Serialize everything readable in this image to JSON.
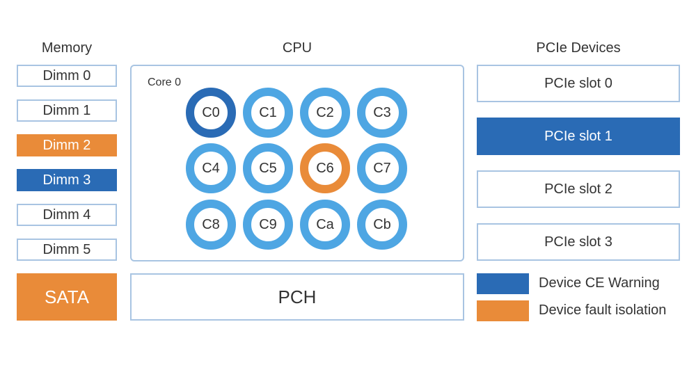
{
  "headings": {
    "memory": "Memory",
    "cpu": "CPU",
    "pcie": "PCIe Devices"
  },
  "memory": {
    "dimms": [
      {
        "label": "Dimm 0",
        "status": "normal"
      },
      {
        "label": "Dimm 1",
        "status": "normal"
      },
      {
        "label": "Dimm 2",
        "status": "fault"
      },
      {
        "label": "Dimm 3",
        "status": "warning"
      },
      {
        "label": "Dimm 4",
        "status": "normal"
      },
      {
        "label": "Dimm 5",
        "status": "normal"
      }
    ],
    "sata": {
      "label": "SATA",
      "status": "fault"
    }
  },
  "cpu": {
    "core_group_label": "Core 0",
    "cores": [
      {
        "label": "C0",
        "status": "warning"
      },
      {
        "label": "C1",
        "status": "normal"
      },
      {
        "label": "C2",
        "status": "normal"
      },
      {
        "label": "C3",
        "status": "normal"
      },
      {
        "label": "C4",
        "status": "normal"
      },
      {
        "label": "C5",
        "status": "normal"
      },
      {
        "label": "C6",
        "status": "fault"
      },
      {
        "label": "C7",
        "status": "normal"
      },
      {
        "label": "C8",
        "status": "normal"
      },
      {
        "label": "C9",
        "status": "normal"
      },
      {
        "label": "Ca",
        "status": "normal"
      },
      {
        "label": "Cb",
        "status": "normal"
      }
    ]
  },
  "pch": {
    "label": "PCH"
  },
  "pcie": {
    "slots": [
      {
        "label": "PCIe slot 0",
        "status": "normal"
      },
      {
        "label": "PCIe slot 1",
        "status": "warning"
      },
      {
        "label": "PCIe slot 2",
        "status": "normal"
      },
      {
        "label": "PCIe slot 3",
        "status": "normal"
      }
    ]
  },
  "legend": [
    {
      "label": "Device CE Warning",
      "color": "#2a6bb5"
    },
    {
      "label": "Device fault isolation",
      "color": "#e98b39"
    }
  ],
  "colors": {
    "normal_core": "#4ea6e3",
    "warning": "#2a6bb5",
    "fault": "#e98b39",
    "border": "#a8c4e2"
  }
}
